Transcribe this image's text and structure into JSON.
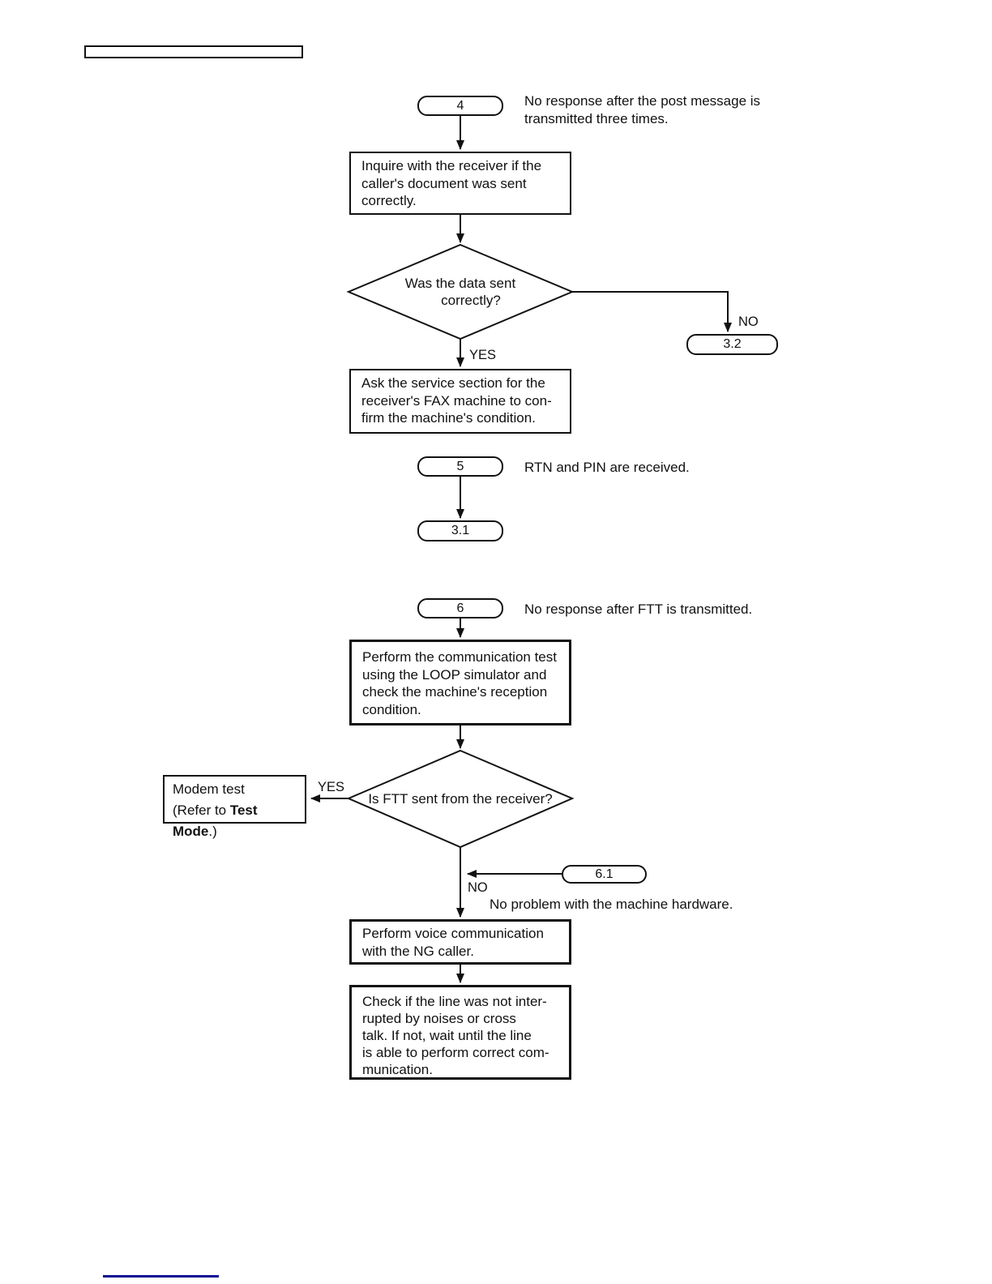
{
  "header": {
    "placeholder_label": ""
  },
  "nodes": {
    "n4": "4",
    "n32": "3.2",
    "n5": "5",
    "n31": "3.1",
    "n6": "6",
    "n61": "6.1"
  },
  "annotations": {
    "post_message_line1": "No response after the post message is",
    "post_message_line2": "transmitted three times.",
    "rtn_pin": "RTN and PIN are received.",
    "ftt": "No response after FTT is transmitted.",
    "no_hw_problem": "No problem with the machine hardware."
  },
  "decisions": {
    "data_sent_line1": "Was the data sent",
    "data_sent_line2": "correctly?",
    "ftt_sent": "Is FTT sent from the receiver?",
    "yes1": "YES",
    "no1": "NO",
    "yes2": "YES",
    "no2": "NO"
  },
  "boxes": {
    "inquire": [
      "Inquire with the receiver if the",
      "caller's document was sent",
      "correctly."
    ],
    "ask": [
      "Ask the service section for the",
      "receiver's FAX machine to con-",
      "firm the machine's condition."
    ],
    "comm_test": [
      "Perform the communication test",
      "using the LOOP simulator and",
      "check the machine's reception",
      "condition."
    ],
    "modem": {
      "line1": "Modem test",
      "line2_prefix": "(Refer to ",
      "line2_bold": "Test Mode",
      "line2_suffix": ".)"
    },
    "voice": [
      "Perform voice communication",
      "with the NG caller."
    ],
    "check": [
      "Check if the line was not inter-",
      "rupted by noises or cross",
      "talk. If not, wait until the line",
      "is able to perform correct com-",
      "munication."
    ]
  },
  "colors": {
    "line": "#111111",
    "link_bar": "#0b0b94"
  }
}
